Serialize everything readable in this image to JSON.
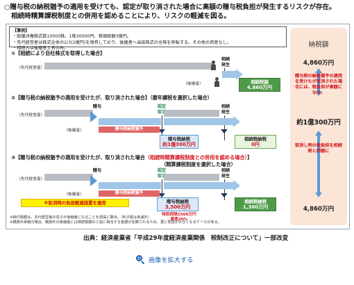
{
  "intro": {
    "line1": "○贈与税の納税猶予の適用を受けても、認定が取り消された場合に高額の贈与税負担が発生するリスクが存在。",
    "line2": "相続時精算課税制度との併用を認めることにより、リスクの軽減を図る。"
  },
  "case": {
    "heading": "【事例】",
    "line1": "・総議決権株式数10000株、1株30000円、株価総額3億円。",
    "line2": "・先代経営者は株式全体の2/3(2億円)を保有しており、後継者へ当該株式の全株を移転する。その他の資産なし。",
    "line3": "・相続人は後継者１名のみ。"
  },
  "section1": {
    "title": "①【相続により自社株式を取得した場合】",
    "senior": "（先代経営者）",
    "successor": "（後継者）",
    "event": "相続\n発生",
    "box_title": "相続税額",
    "box_value": "4,860万円"
  },
  "section2": {
    "title": "②【贈与税の納税猶予の適用を受けたが、取り消された場合】（暦年課税を選択した場合）",
    "senior": "（先代経営者）",
    "successor": "（後継者）",
    "gift": "贈与",
    "cancel": "認定\n取消",
    "inherit": "相続\n発生",
    "redbar": "贈与税納税猶予",
    "box1_title": "贈与税納税",
    "box1_value": "約1億300万円",
    "box2_title": "相続税納税",
    "box2_value": "0円"
  },
  "section3": {
    "title_a": "③【贈与税の納税猶予の適用を受けたが、取り消された場合",
    "title_red": "（相続時精算課税制度との併用を認める場合）",
    "title_b": "】",
    "subtitle": "（精算課税制度を選択した場合）",
    "senior": "（先代経営者）",
    "successor": "（後継者）",
    "gift": "贈与",
    "cancel": "認定\n取消",
    "inherit": "相続\n発生",
    "redbar": "贈与税納税猶予",
    "box1_title": "贈与税納税",
    "box1_value": "3,500万円",
    "box1_note1": "特別控除2500万円",
    "box1_note2": "税率20%",
    "box2_title": "相続税納税",
    "box2_value": "1,360万円",
    "yellow": "※取消時の負担軽減措置を適用"
  },
  "notes": {
    "line1": "※納付税額は、先代経営者の息子が後継者になることを前提に算出。（利子税は考慮外）",
    "line2": "※親族外承継の場合、親族外の後継者には相続税額の２割に相当する金額が加算されるため、更に負担が大きくなるケースがある。"
  },
  "panel": {
    "title": "納税額",
    "amount_top": "4,860万円",
    "note_top": "贈与税の納税猶予の適用を受けたが取消された場合には、税負担が高額になる。",
    "amount_mid": "約1億300万円",
    "note_mid": "取消し時の税負担を相続税と同額に",
    "amount_bottom": "4,860万円"
  },
  "source": "出典：経済産業省「平成29年度経済産業関係　税制改正について」一部改変",
  "enlarge_label": "画像を拡大する",
  "colors": {
    "accent_red": "#d0121b",
    "panel_bg": "#fbe5d6",
    "link_blue": "#1a5fb4",
    "highlight_yellow": "#fff200"
  }
}
